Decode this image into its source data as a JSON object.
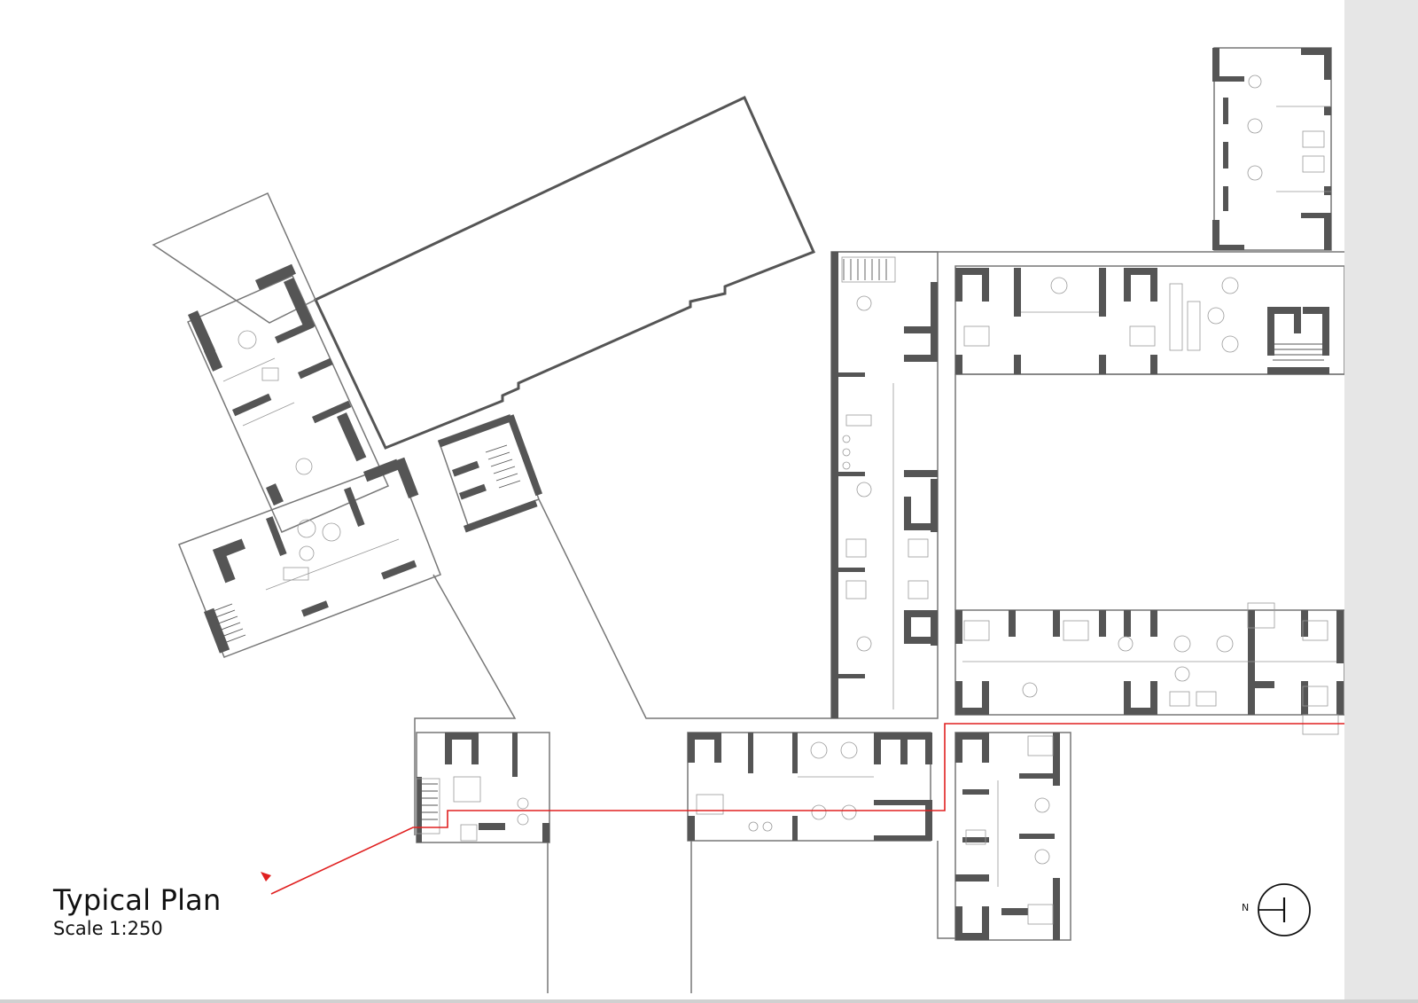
{
  "title": "Typical Plan",
  "scale": "Scale 1:250",
  "north_label": "N",
  "colors": {
    "section_line": "#e02020",
    "wall": "#555555",
    "outline": "#777777",
    "background_band": "#e6e6e6"
  },
  "icons": [
    "north-arrow-icon",
    "section-cut-arrow-icon"
  ]
}
